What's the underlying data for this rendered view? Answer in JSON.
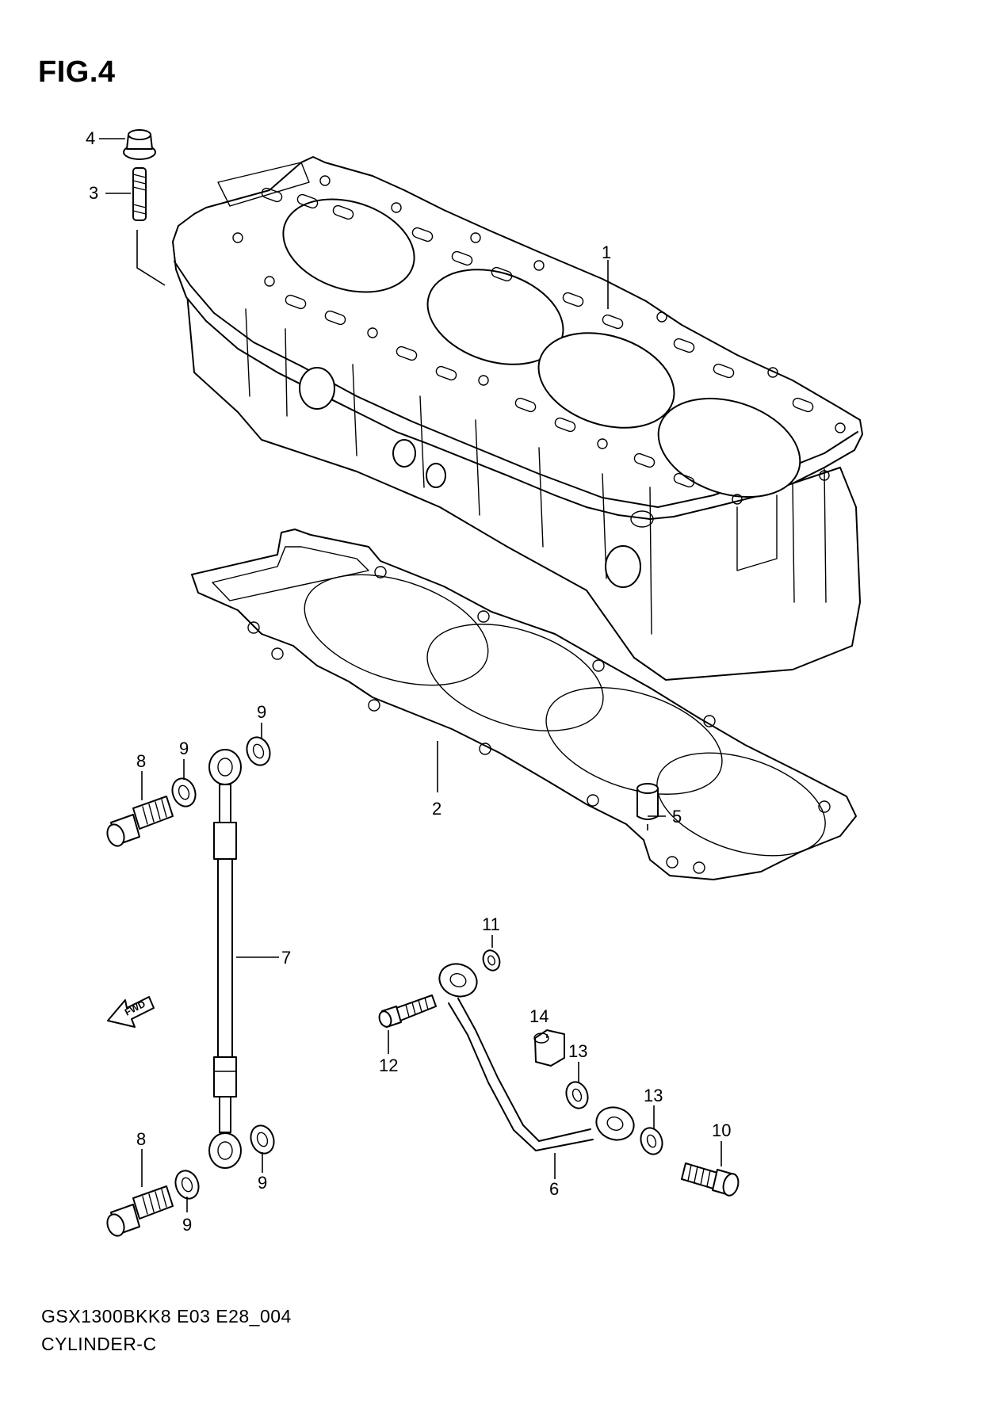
{
  "figure": {
    "title": "FIG.4",
    "code": "GSX1300BKK8 E03 E28_004",
    "name": "CYLINDER-C"
  },
  "fwd_marker": {
    "label": "FWD",
    "icon": "fwd-arrow-icon"
  },
  "callouts": {
    "p1": "1",
    "p2": "2",
    "p3": "3",
    "p4": "4",
    "p5": "5",
    "p6": "6",
    "p7": "7",
    "p8_top": "8",
    "p8_bottom": "8",
    "p9_a": "9",
    "p9_b": "9",
    "p9_c": "9",
    "p9_d": "9",
    "p10": "10",
    "p11": "11",
    "p12": "12",
    "p13_a": "13",
    "p13_b": "13",
    "p14": "14"
  },
  "parts": [
    {
      "ref": "1",
      "item": "cylinder-block"
    },
    {
      "ref": "2",
      "item": "cylinder-base-gasket"
    },
    {
      "ref": "3",
      "item": "stud"
    },
    {
      "ref": "4",
      "item": "flange-nut"
    },
    {
      "ref": "5",
      "item": "dowel-pin"
    },
    {
      "ref": "6",
      "item": "oil-pipe"
    },
    {
      "ref": "7",
      "item": "oil-hose"
    },
    {
      "ref": "8",
      "item": "union-bolt"
    },
    {
      "ref": "9",
      "item": "gasket-washer"
    },
    {
      "ref": "10",
      "item": "union-bolt"
    },
    {
      "ref": "11",
      "item": "o-ring"
    },
    {
      "ref": "12",
      "item": "bolt"
    },
    {
      "ref": "13",
      "item": "gasket-washer"
    },
    {
      "ref": "14",
      "item": "clamp"
    }
  ]
}
